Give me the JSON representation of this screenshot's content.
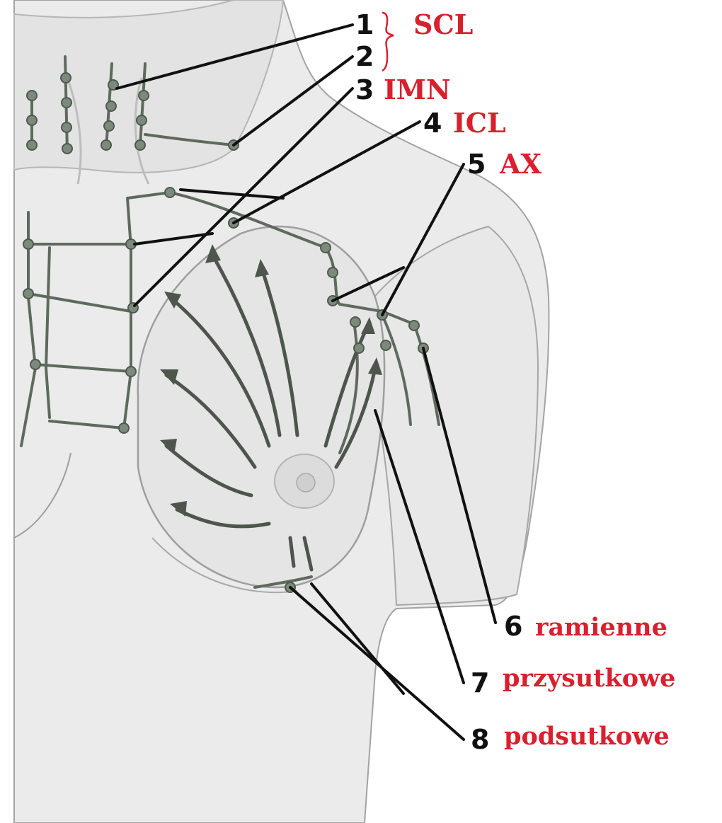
{
  "colors": {
    "background": "#ffffff",
    "skin": "#e9e9e9",
    "skin_shade": "#d2d2d2",
    "outline": "#9a9a9a",
    "vessel": "#5e6a5e",
    "node": "#7c8a7c",
    "leader_line": "#111111",
    "label_red": "#d8202e"
  },
  "labels": [
    {
      "num": "1",
      "text": "SCL"
    },
    {
      "num": "2",
      "text": ""
    },
    {
      "num": "3",
      "text": "IMN"
    },
    {
      "num": "4",
      "text": "ICL"
    },
    {
      "num": "5",
      "text": "AX"
    },
    {
      "num": "6",
      "text": "ramienne"
    },
    {
      "num": "7",
      "text": "przysutkowe"
    },
    {
      "num": "8",
      "text": "podsutkowe"
    }
  ]
}
